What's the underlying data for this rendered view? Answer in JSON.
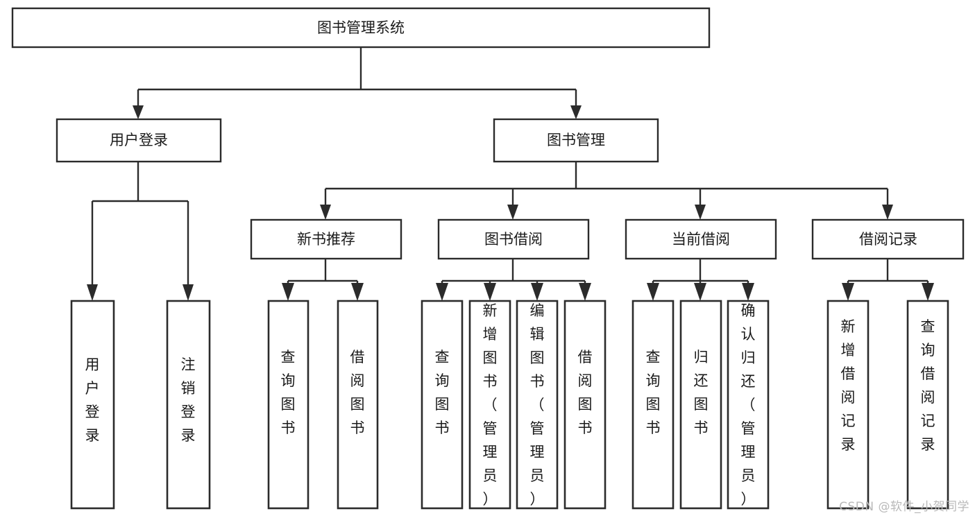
{
  "diagram": {
    "type": "tree",
    "title": "图书管理系统",
    "orientation": "top-down",
    "colors": {
      "box_stroke": "#2b2b2b",
      "box_fill": "#ffffff",
      "connector": "#2b2b2b",
      "text": "#1a1a1a",
      "background": "#ffffff",
      "watermark": "#b9b9b9"
    },
    "nodes": {
      "root": {
        "label": "图书管理系统"
      },
      "level2": [
        {
          "id": "user-login",
          "label": "用户登录"
        },
        {
          "id": "book-manage",
          "label": "图书管理"
        }
      ],
      "level3": [
        {
          "id": "new-book-recommend",
          "label": "新书推荐"
        },
        {
          "id": "book-borrow",
          "label": "图书借阅"
        },
        {
          "id": "current-borrow",
          "label": "当前借阅"
        },
        {
          "id": "borrow-record",
          "label": "借阅记录"
        }
      ],
      "leaves": {
        "user-login": [
          {
            "id": "leaf-user-login",
            "label": "用户登录"
          },
          {
            "id": "leaf-logout-login",
            "label": "注销登录"
          }
        ],
        "new-book-recommend": [
          {
            "id": "leaf-query-book-1",
            "label": "查询图书"
          },
          {
            "id": "leaf-borrow-book-1",
            "label": "借阅图书"
          }
        ],
        "book-borrow": [
          {
            "id": "leaf-query-book-2",
            "label": "查询图书"
          },
          {
            "id": "leaf-add-book",
            "label": "新增图书（管理员）"
          },
          {
            "id": "leaf-edit-book",
            "label": "编辑图书（管理员）"
          },
          {
            "id": "leaf-borrow-book-2",
            "label": "借阅图书"
          }
        ],
        "current-borrow": [
          {
            "id": "leaf-query-book-3",
            "label": "查询图书"
          },
          {
            "id": "leaf-return-book",
            "label": "归还图书"
          },
          {
            "id": "leaf-confirm-return",
            "label": "确认归还（管理员）"
          }
        ],
        "borrow-record": [
          {
            "id": "leaf-add-record",
            "label": "新增借阅记录"
          },
          {
            "id": "leaf-query-record",
            "label": "查询借阅记录"
          }
        ]
      }
    }
  },
  "watermark": {
    "text": "CSDN @软件_小贺同学"
  }
}
